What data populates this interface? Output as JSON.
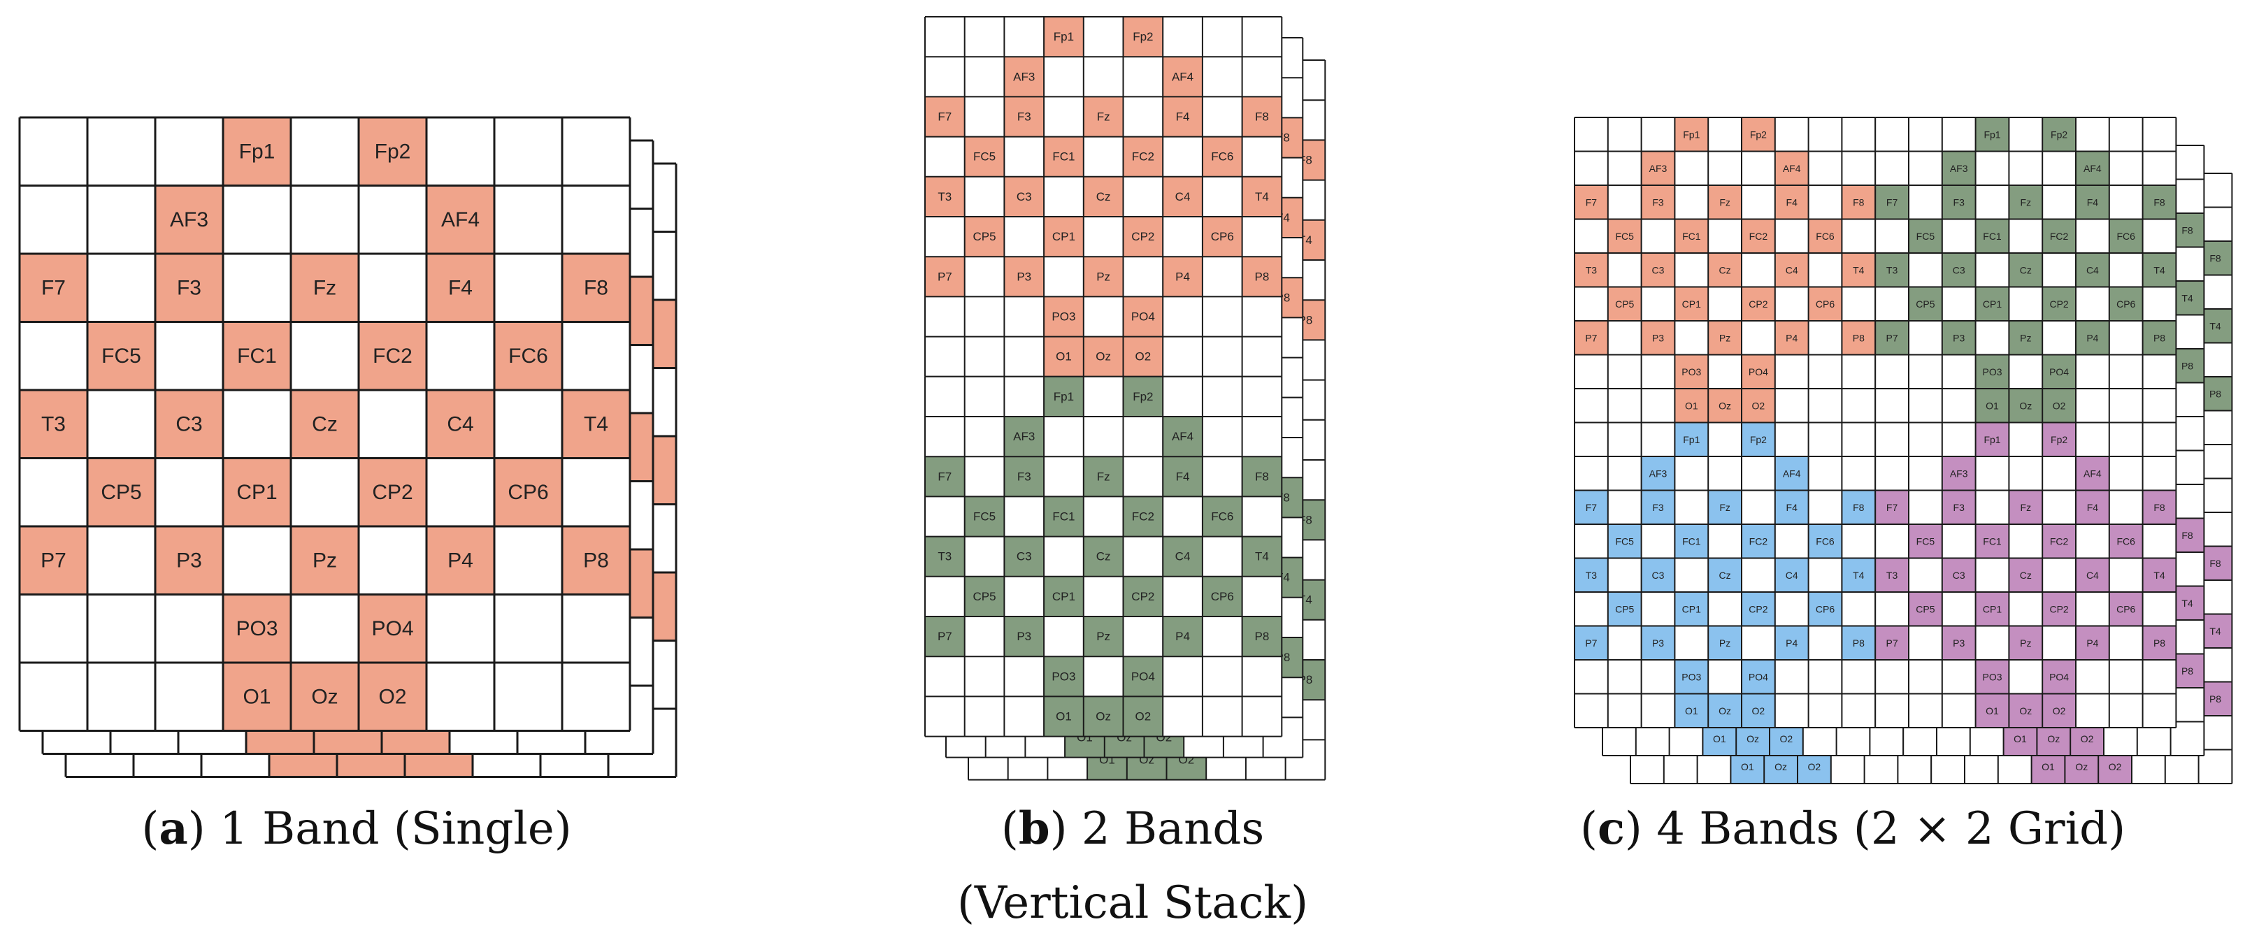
{
  "colors": {
    "salmon": "#F0A48B",
    "green": "#849D80",
    "blue": "#8BC2EE",
    "purple": "#C48FC0",
    "grid_line": "#1a1a1a",
    "background": "#ffffff"
  },
  "grid": {
    "cols": 9,
    "rows": 9,
    "cells": [
      {
        "label": "Fp1",
        "row": 0,
        "col": 3
      },
      {
        "label": "Fp2",
        "row": 0,
        "col": 5
      },
      {
        "label": "AF3",
        "row": 1,
        "col": 2
      },
      {
        "label": "AF4",
        "row": 1,
        "col": 6
      },
      {
        "label": "F7",
        "row": 2,
        "col": 0
      },
      {
        "label": "F3",
        "row": 2,
        "col": 2
      },
      {
        "label": "Fz",
        "row": 2,
        "col": 4
      },
      {
        "label": "F4",
        "row": 2,
        "col": 6
      },
      {
        "label": "F8",
        "row": 2,
        "col": 8
      },
      {
        "label": "FC5",
        "row": 3,
        "col": 1
      },
      {
        "label": "FC1",
        "row": 3,
        "col": 3
      },
      {
        "label": "FC2",
        "row": 3,
        "col": 5
      },
      {
        "label": "FC6",
        "row": 3,
        "col": 7
      },
      {
        "label": "T3",
        "row": 4,
        "col": 0
      },
      {
        "label": "C3",
        "row": 4,
        "col": 2
      },
      {
        "label": "Cz",
        "row": 4,
        "col": 4
      },
      {
        "label": "C4",
        "row": 4,
        "col": 6
      },
      {
        "label": "T4",
        "row": 4,
        "col": 8
      },
      {
        "label": "CP5",
        "row": 5,
        "col": 1
      },
      {
        "label": "CP1",
        "row": 5,
        "col": 3
      },
      {
        "label": "CP2",
        "row": 5,
        "col": 5
      },
      {
        "label": "CP6",
        "row": 5,
        "col": 7
      },
      {
        "label": "P7",
        "row": 6,
        "col": 0
      },
      {
        "label": "P3",
        "row": 6,
        "col": 2
      },
      {
        "label": "Pz",
        "row": 6,
        "col": 4
      },
      {
        "label": "P4",
        "row": 6,
        "col": 6
      },
      {
        "label": "P8",
        "row": 6,
        "col": 8
      },
      {
        "label": "PO3",
        "row": 7,
        "col": 3
      },
      {
        "label": "PO4",
        "row": 7,
        "col": 5
      },
      {
        "label": "O1",
        "row": 8,
        "col": 3
      },
      {
        "label": "Oz",
        "row": 8,
        "col": 4
      },
      {
        "label": "O2",
        "row": 8,
        "col": 5
      }
    ]
  },
  "panels": [
    {
      "id": "a",
      "caption_letter": "a",
      "caption_text": "1 Band (Single)",
      "caption_text_line2": "",
      "bands": [
        "salmon"
      ]
    },
    {
      "id": "b",
      "caption_letter": "b",
      "caption_text": "2 Bands",
      "caption_text_line2": "(Vertical Stack)",
      "bands": [
        "salmon",
        "green"
      ]
    },
    {
      "id": "c",
      "caption_letter": "c",
      "caption_text": "4 Bands (2 × 2 Grid)",
      "caption_text_line2": "",
      "bands": [
        "salmon",
        "green",
        "blue",
        "purple"
      ]
    }
  ]
}
